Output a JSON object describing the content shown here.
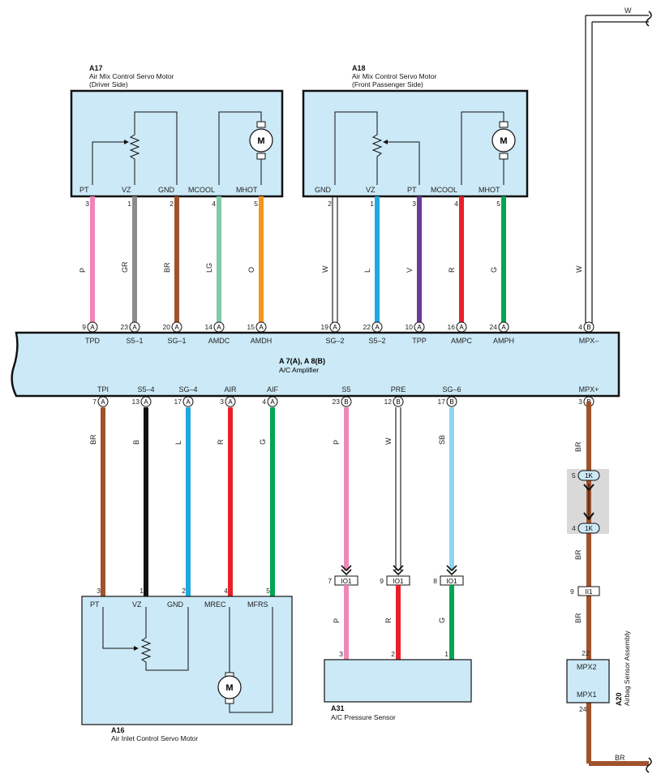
{
  "components": {
    "a17": {
      "id": "A17",
      "name": "Air Mix Control Servo Motor",
      "sub": "(Driver Side)",
      "pins": [
        "PT",
        "VZ",
        "GND",
        "MCOOL",
        "MHOT"
      ],
      "pin_numbers": [
        "3",
        "1",
        "2",
        "4",
        "5"
      ]
    },
    "a18": {
      "id": "A18",
      "name": "Air Mix Control Servo Motor",
      "sub": "(Front Passenger Side)",
      "pins": [
        "GND",
        "VZ",
        "PT",
        "MCOOL",
        "MHOT"
      ],
      "pin_numbers": [
        "2",
        "1",
        "3",
        "4",
        "5"
      ]
    },
    "amp": {
      "id": "A 7(A), A 8(B)",
      "name": "A/C Amplifier",
      "top_pins": [
        {
          "num": "9",
          "conn": "A",
          "label": "TPD"
        },
        {
          "num": "23",
          "conn": "A",
          "label": "S5–1"
        },
        {
          "num": "20",
          "conn": "A",
          "label": "SG–1"
        },
        {
          "num": "14",
          "conn": "A",
          "label": "AMDC"
        },
        {
          "num": "15",
          "conn": "A",
          "label": "AMDH"
        },
        {
          "num": "19",
          "conn": "A",
          "label": "SG–2"
        },
        {
          "num": "22",
          "conn": "A",
          "label": "S5–2"
        },
        {
          "num": "10",
          "conn": "A",
          "label": "TPP"
        },
        {
          "num": "16",
          "conn": "A",
          "label": "AMPC"
        },
        {
          "num": "24",
          "conn": "A",
          "label": "AMPH"
        },
        {
          "num": "4",
          "conn": "B",
          "label": "MPX–"
        }
      ],
      "bottom_pins": [
        {
          "num": "7",
          "conn": "A",
          "label": "TPI"
        },
        {
          "num": "13",
          "conn": "A",
          "label": "S5–4"
        },
        {
          "num": "17",
          "conn": "A",
          "label": "SG–4"
        },
        {
          "num": "3",
          "conn": "A",
          "label": "AIR"
        },
        {
          "num": "4",
          "conn": "A",
          "label": "AIF"
        },
        {
          "num": "23",
          "conn": "B",
          "label": "S5"
        },
        {
          "num": "12",
          "conn": "B",
          "label": "PRE"
        },
        {
          "num": "17",
          "conn": "B",
          "label": "SG–6"
        },
        {
          "num": "3",
          "conn": "B",
          "label": "MPX+"
        }
      ]
    },
    "a16": {
      "id": "A16",
      "name": "Air Inlet Control Servo Motor",
      "pins": [
        "PT",
        "VZ",
        "GND",
        "MREC",
        "MFRS"
      ],
      "pin_numbers": [
        "3",
        "1",
        "2",
        "4",
        "5"
      ]
    },
    "a31": {
      "id": "A31",
      "name": "A/C Pressure Sensor",
      "pin_numbers": [
        "3",
        "2",
        "1"
      ]
    },
    "a20": {
      "id": "A20",
      "name": "Airbag Sensor Assembly",
      "pins": [
        "MPX2",
        "MPX1"
      ],
      "pin_numbers": [
        "22",
        "24"
      ]
    }
  },
  "motor_symbol": "M",
  "wires": {
    "top": [
      "P",
      "GR",
      "BR",
      "LG",
      "O",
      "W",
      "L",
      "V",
      "R",
      "G",
      "W"
    ],
    "bottom": [
      "BR",
      "B",
      "L",
      "R",
      "G",
      "P",
      "W",
      "SB"
    ],
    "a31_side": [
      "P",
      "R",
      "G"
    ],
    "mpx": [
      "BR",
      "BR",
      "BR"
    ],
    "top_exit": "W",
    "bottom_exit": "BR"
  },
  "connectors": {
    "io1": {
      "label": "IO1",
      "pins": [
        "7",
        "9",
        "8"
      ]
    },
    "ii1": {
      "label": "II1",
      "pin": "9"
    },
    "k1": {
      "label": "1K",
      "pins": [
        "5",
        "4"
      ]
    }
  },
  "colors": {
    "P": "#ef86b7",
    "GR": "#8c8c8c",
    "BR": "#a0522d",
    "LG": "#7fcca5",
    "O": "#f7941d",
    "W": "#ffffff",
    "L": "#1ea9e1",
    "V": "#6b3a99",
    "R": "#e8202a",
    "G": "#00a651",
    "B": "#111111",
    "SB": "#8fd3f4",
    "component_fill": "#cce9f7"
  }
}
